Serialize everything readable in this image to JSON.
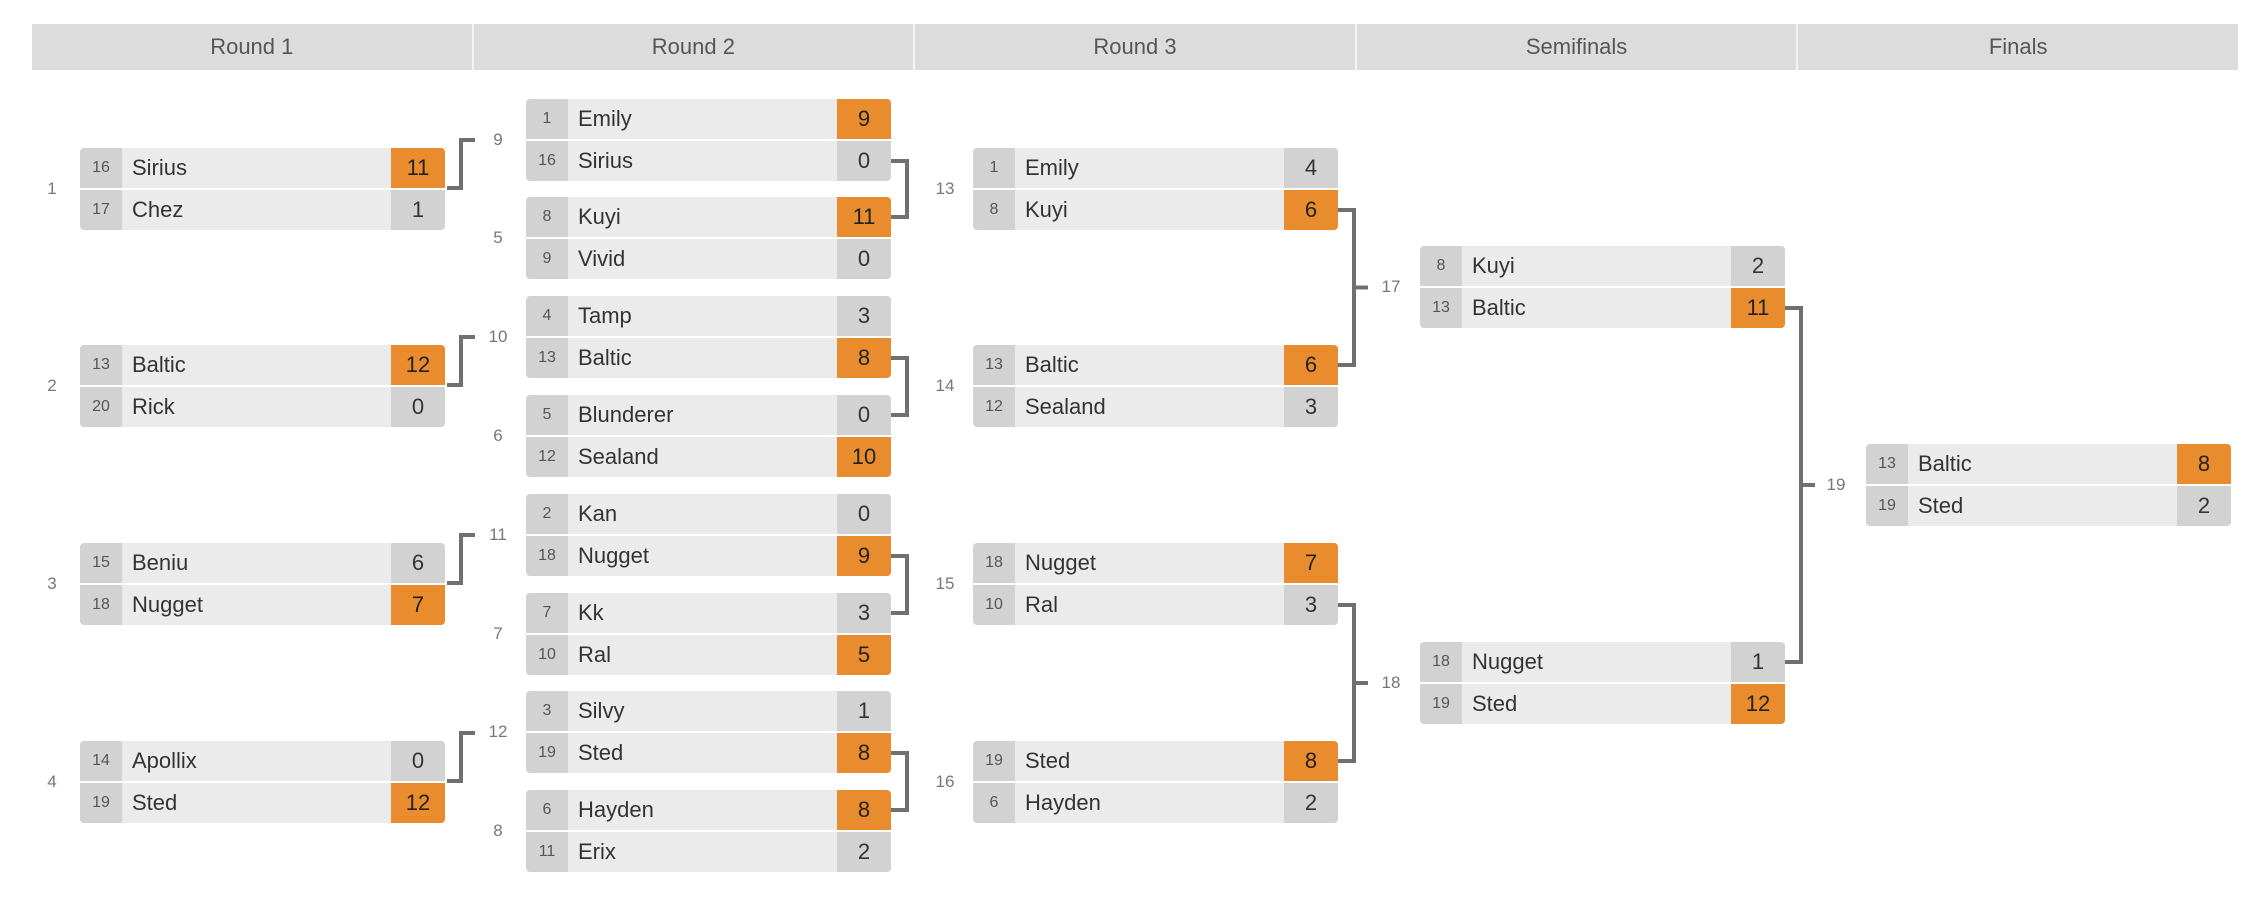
{
  "rounds": [
    "Round 1",
    "Round 2",
    "Round 3",
    "Semifinals",
    "Finals"
  ],
  "matches": [
    {
      "num": "1",
      "round": 0,
      "players": [
        {
          "seed": "16",
          "name": "Sirius",
          "score": "11",
          "win": true
        },
        {
          "seed": "17",
          "name": "Chez",
          "score": "1",
          "win": false
        }
      ]
    },
    {
      "num": "2",
      "round": 0,
      "players": [
        {
          "seed": "13",
          "name": "Baltic",
          "score": "12",
          "win": true
        },
        {
          "seed": "20",
          "name": "Rick",
          "score": "0",
          "win": false
        }
      ]
    },
    {
      "num": "3",
      "round": 0,
      "players": [
        {
          "seed": "15",
          "name": "Beniu",
          "score": "6",
          "win": false
        },
        {
          "seed": "18",
          "name": "Nugget",
          "score": "7",
          "win": true
        }
      ]
    },
    {
      "num": "4",
      "round": 0,
      "players": [
        {
          "seed": "14",
          "name": "Apollix",
          "score": "0",
          "win": false
        },
        {
          "seed": "19",
          "name": "Sted",
          "score": "12",
          "win": true
        }
      ]
    },
    {
      "num": "9",
      "round": 1,
      "players": [
        {
          "seed": "1",
          "name": "Emily",
          "score": "9",
          "win": true
        },
        {
          "seed": "16",
          "name": "Sirius",
          "score": "0",
          "win": false
        }
      ]
    },
    {
      "num": "5",
      "round": 1,
      "players": [
        {
          "seed": "8",
          "name": "Kuyi",
          "score": "11",
          "win": true
        },
        {
          "seed": "9",
          "name": "Vivid",
          "score": "0",
          "win": false
        }
      ]
    },
    {
      "num": "10",
      "round": 1,
      "players": [
        {
          "seed": "4",
          "name": "Tamp",
          "score": "3",
          "win": false
        },
        {
          "seed": "13",
          "name": "Baltic",
          "score": "8",
          "win": true
        }
      ]
    },
    {
      "num": "6",
      "round": 1,
      "players": [
        {
          "seed": "5",
          "name": "Blunderer",
          "score": "0",
          "win": false
        },
        {
          "seed": "12",
          "name": "Sealand",
          "score": "10",
          "win": true
        }
      ]
    },
    {
      "num": "11",
      "round": 1,
      "players": [
        {
          "seed": "2",
          "name": "Kan",
          "score": "0",
          "win": false
        },
        {
          "seed": "18",
          "name": "Nugget",
          "score": "9",
          "win": true
        }
      ]
    },
    {
      "num": "7",
      "round": 1,
      "players": [
        {
          "seed": "7",
          "name": "Kk",
          "score": "3",
          "win": false
        },
        {
          "seed": "10",
          "name": "Ral",
          "score": "5",
          "win": true
        }
      ]
    },
    {
      "num": "12",
      "round": 1,
      "players": [
        {
          "seed": "3",
          "name": "Silvy",
          "score": "1",
          "win": false
        },
        {
          "seed": "19",
          "name": "Sted",
          "score": "8",
          "win": true
        }
      ]
    },
    {
      "num": "8",
      "round": 1,
      "players": [
        {
          "seed": "6",
          "name": "Hayden",
          "score": "8",
          "win": true
        },
        {
          "seed": "11",
          "name": "Erix",
          "score": "2",
          "win": false
        }
      ]
    },
    {
      "num": "13",
      "round": 2,
      "players": [
        {
          "seed": "1",
          "name": "Emily",
          "score": "4",
          "win": false
        },
        {
          "seed": "8",
          "name": "Kuyi",
          "score": "6",
          "win": true
        }
      ]
    },
    {
      "num": "14",
      "round": 2,
      "players": [
        {
          "seed": "13",
          "name": "Baltic",
          "score": "6",
          "win": true
        },
        {
          "seed": "12",
          "name": "Sealand",
          "score": "3",
          "win": false
        }
      ]
    },
    {
      "num": "15",
      "round": 2,
      "players": [
        {
          "seed": "18",
          "name": "Nugget",
          "score": "7",
          "win": true
        },
        {
          "seed": "10",
          "name": "Ral",
          "score": "3",
          "win": false
        }
      ]
    },
    {
      "num": "16",
      "round": 2,
      "players": [
        {
          "seed": "19",
          "name": "Sted",
          "score": "8",
          "win": true
        },
        {
          "seed": "6",
          "name": "Hayden",
          "score": "2",
          "win": false
        }
      ]
    },
    {
      "num": "17",
      "round": 3,
      "players": [
        {
          "seed": "8",
          "name": "Kuyi",
          "score": "2",
          "win": false
        },
        {
          "seed": "13",
          "name": "Baltic",
          "score": "11",
          "win": true
        }
      ]
    },
    {
      "num": "18",
      "round": 3,
      "players": [
        {
          "seed": "18",
          "name": "Nugget",
          "score": "1",
          "win": false
        },
        {
          "seed": "19",
          "name": "Sted",
          "score": "12",
          "win": true
        }
      ]
    },
    {
      "num": "19",
      "round": 4,
      "players": [
        {
          "seed": "13",
          "name": "Baltic",
          "score": "8",
          "win": true
        },
        {
          "seed": "19",
          "name": "Sted",
          "score": "2",
          "win": false
        }
      ]
    }
  ],
  "colors": {
    "winner_score": "#e98c2e",
    "connector": "#707070"
  }
}
